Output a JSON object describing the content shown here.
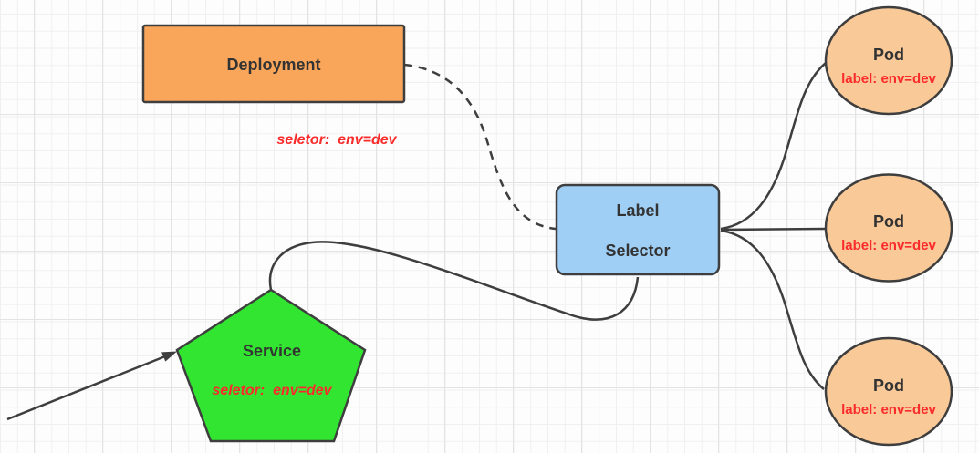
{
  "diagram": {
    "nodes": {
      "deployment": {
        "label": "Deployment"
      },
      "deployment_note": {
        "text": "seletor:  env=dev"
      },
      "label_selector": {
        "line1": "Label",
        "line2": "Selector"
      },
      "service": {
        "label": "Service",
        "note": "seletor:  env=dev"
      },
      "pods": [
        {
          "name": "Pod",
          "label": "label: env=dev"
        },
        {
          "name": "Pod",
          "label": "label: env=dev"
        },
        {
          "name": "Pod",
          "label": "label: env=dev"
        }
      ]
    },
    "colors": {
      "deployment_fill": "#F9A65A",
      "selector_fill": "#9FCFF5",
      "service_fill": "#31E531",
      "pod_fill": "#F9C998",
      "stroke": "#3E3E3E",
      "note_red": "#FA2B2B",
      "grid_minor": "#F0F0F0",
      "grid_major": "#E3E3E3",
      "background": "#FDFDFD"
    }
  }
}
